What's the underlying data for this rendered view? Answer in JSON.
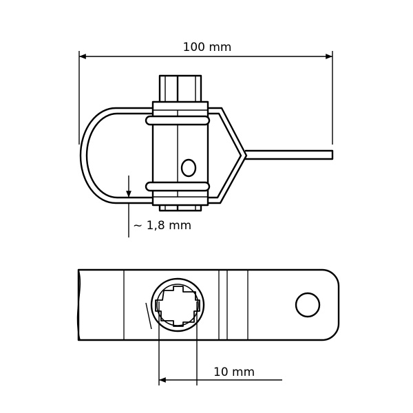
{
  "dimensions": {
    "overall_length": "100 mm",
    "wire_thickness": "~ 1,8 mm",
    "bore_diameter": "10 mm"
  },
  "colors": {
    "line": "#000000",
    "background": "#ffffff"
  }
}
